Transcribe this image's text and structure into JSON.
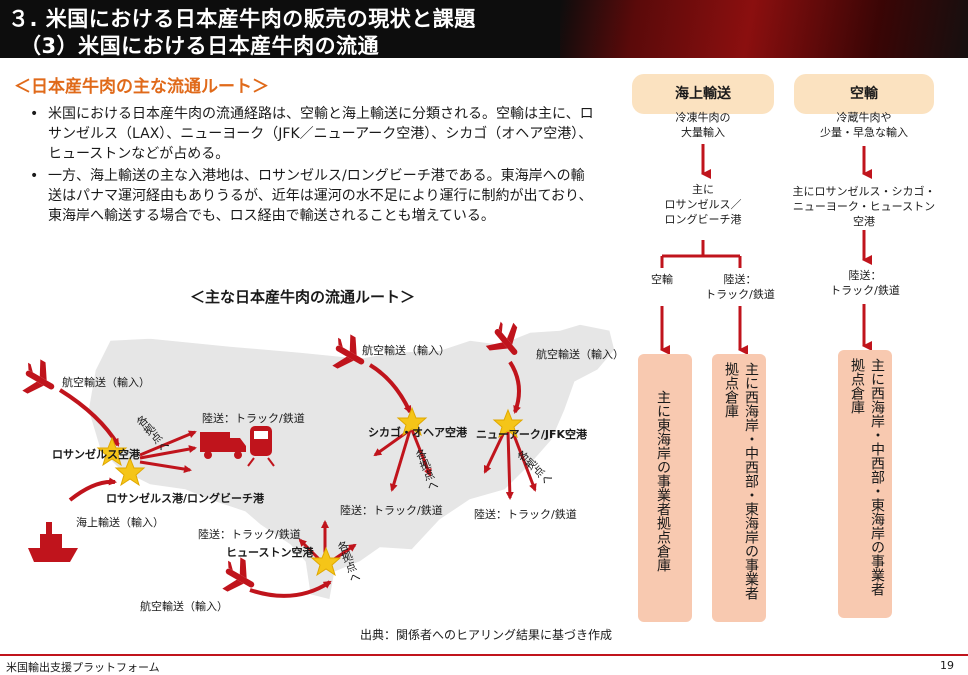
{
  "header": {
    "line1": "３. 米国における日本産牛肉の販売の現状と課題",
    "line2": "（3）米国における日本産牛肉の流通"
  },
  "section_title": "＜日本産牛肉の主な流通ルート＞",
  "bullets": [
    "米国における日本産牛肉の流通経路は、空輸と海上輸送に分類される。空輸は主に、ロサンゼルス（LAX）、ニューヨーク（JFK／ニューアーク空港）、シカゴ（オヘア空港）、ヒューストンなどが占める。",
    "一方、海上輸送の主な入港地は、ロサンゼルス/ロングビーチ港である。東海岸への輸送はパナマ運河経由もありうるが、近年は運河の水不足により運行に制約が出ており、東海岸へ輸送する場合でも、ロス経由で輸送されることも増えている。"
  ],
  "map": {
    "title": "＜主な日本産牛肉の流通ルート＞",
    "labels": {
      "air_la": "航空輸送（輸入）",
      "air_chicago": "航空輸送（輸入）",
      "air_ny": "航空輸送（輸入）",
      "air_houston": "航空輸送（輸入）",
      "sea": "海上輸送（輸入）",
      "la_airport": "ロサンゼルス空港",
      "la_port": "ロサンゼルス港/ロングビーチ港",
      "chicago": "シカゴ・オヘア空港",
      "jfk": "ニューアーク/JFK空港",
      "houston": "ヒューストン空港",
      "land_la": "陸送：トラック/鉄道",
      "land_chicago": "陸送：トラック/鉄道",
      "land_ny": "陸送：トラック/鉄道",
      "land_houston": "陸送：トラック/鉄道",
      "hub_la": "各拠点へ",
      "hub_chicago": "各拠点へ",
      "hub_ny": "各拠点へ",
      "hub_houston": "各拠点へ"
    }
  },
  "flow": {
    "sea": {
      "title": "海上輸送",
      "desc": "冷凍牛肉の\n大量輸入",
      "port": "主に\nロサンゼルス／\nロングビーチ港",
      "branch_air": "空輸",
      "branch_land": "陸送：\nトラック/鉄道",
      "dest_east": "主に東海岸の事業者拠点倉庫",
      "dest_west": "主に西海岸・中西部・東海岸の事業者拠点倉庫"
    },
    "air": {
      "title": "空輸",
      "desc": "冷蔵牛肉や\n少量・早急な輸入",
      "port": "主にロサンゼルス・シカゴ・\nニューヨーク・ヒューストン\n空港",
      "branch_land": "陸送：\nトラック/鉄道",
      "dest": "主に西海岸・中西部・東海岸の事業者拠点倉庫"
    }
  },
  "source": "出典：関係者へのヒアリング結果に基づき作成",
  "footer": {
    "org": "米国輸出支援プラットフォーム",
    "page": "19"
  },
  "colors": {
    "accent_red": "#c0141c",
    "title_orange": "#e06a1a",
    "map_fill": "#e6e6e6",
    "star": "#f5c518",
    "head_box": "#fbe2c0",
    "dest_box": "#f8c9b0"
  }
}
